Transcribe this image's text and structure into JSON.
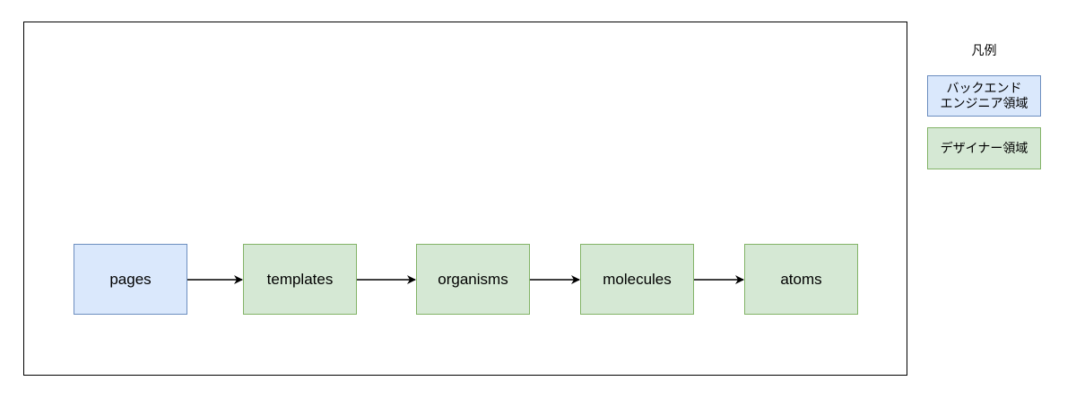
{
  "diagram": {
    "nodes": [
      {
        "label": "pages",
        "category": "backend"
      },
      {
        "label": "templates",
        "category": "designer"
      },
      {
        "label": "organisms",
        "category": "designer"
      },
      {
        "label": "molecules",
        "category": "designer"
      },
      {
        "label": "atoms",
        "category": "designer"
      }
    ],
    "edges": [
      {
        "from": "pages",
        "to": "templates"
      },
      {
        "from": "templates",
        "to": "organisms"
      },
      {
        "from": "organisms",
        "to": "molecules"
      },
      {
        "from": "molecules",
        "to": "atoms"
      }
    ]
  },
  "legend": {
    "title": "凡例",
    "backend_label": "バックエンド\nエンジニア領域",
    "designer_label": "デザイナー領域"
  },
  "colors": {
    "backend_fill": "#dae8fc",
    "backend_stroke": "#6c8ebf",
    "designer_fill": "#d5e8d4",
    "designer_stroke": "#82b366",
    "edge": "#000000"
  }
}
